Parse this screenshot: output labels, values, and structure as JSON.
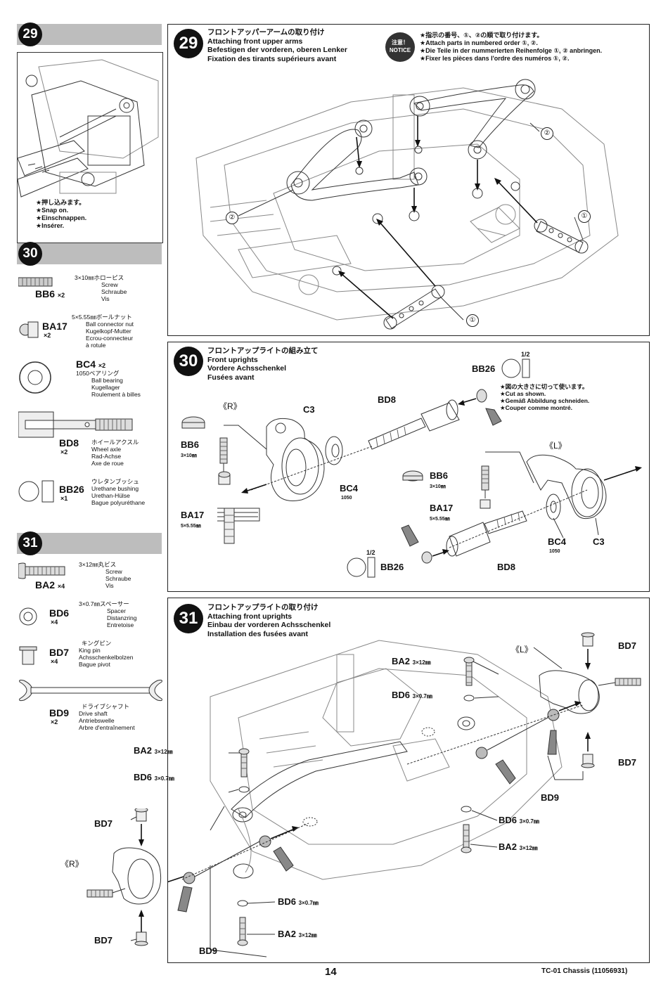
{
  "sidebar": {
    "s29": {
      "step": "29",
      "notes": [
        "★押し込みます。",
        "★Snap on.",
        "★Einschnappen.",
        "★Insérer."
      ]
    },
    "s30": {
      "step": "30",
      "parts": [
        {
          "code": "BB6",
          "qty": "×2",
          "desc": [
            "3×10㎜ホローピス",
            "Screw",
            "Schraube",
            "Vis"
          ]
        },
        {
          "code": "BA17",
          "qty": "×2",
          "desc": [
            "5×5.55㎜ボールナット",
            "Ball connector nut",
            "Kugelkopf-Mutter",
            "Ecrou-connecteur",
            "à rotule"
          ]
        },
        {
          "code": "BC4",
          "qty": "×2",
          "desc": [
            "1050ベアリング",
            "Ball bearing",
            "Kugellager",
            "Roulement à billes"
          ]
        },
        {
          "code": "BD8",
          "qty": "×2",
          "desc": [
            "ホイールアクスル",
            "Wheel axle",
            "Rad-Achse",
            "Axe de roue"
          ]
        },
        {
          "code": "BB26",
          "qty": "×1",
          "desc": [
            "ウレタンブッシュ",
            "Urethane bushing",
            "Urethan-Hülse",
            "Bague polyuréthane"
          ]
        }
      ]
    },
    "s31": {
      "step": "31",
      "parts": [
        {
          "code": "BA2",
          "qty": "×4",
          "desc": [
            "3×12㎜丸ビス",
            "Screw",
            "Schraube",
            "Vis"
          ]
        },
        {
          "code": "BD6",
          "qty": "×4",
          "desc": [
            "3×0.7㎜スペーサー",
            "Spacer",
            "Distanzring",
            "Entretoise"
          ]
        },
        {
          "code": "BD7",
          "qty": "×4",
          "desc": [
            "キングピン",
            "King pin",
            "Achsschenkelbolzen",
            "Bague pivot"
          ]
        },
        {
          "code": "BD9",
          "qty": "×2",
          "desc": [
            "ドライブシャフト",
            "Drive shaft",
            "Antriebswelle",
            "Arbre d'entraînement"
          ]
        }
      ]
    }
  },
  "step29": {
    "num": "29",
    "title": [
      "フロントアッパーアームの取り付け",
      "Attaching front upper arms",
      "Befestigen der vorderen, oberen Lenker",
      "Fixation des tirants supérieurs avant"
    ],
    "notice_badge": [
      "注意！",
      "NOTICE"
    ],
    "notice": [
      "★指示の番号、①、②の順で取り付けます。",
      "★Attach parts in numbered order ①, ②.",
      "★Die Teile in der nummerierten Reihenfolge ①, ② anbringen.",
      "★Fixer les pièces dans l'ordre des numéros ①, ②."
    ],
    "callouts": [
      "②",
      "②",
      "①",
      "①"
    ]
  },
  "step30": {
    "num": "30",
    "title": [
      "フロントアップライトの組み立て",
      "Front uprights",
      "Vordere Achsschenkel",
      "Fusées avant"
    ],
    "side_r": "《R》",
    "side_l": "《L》",
    "half": "1/2",
    "cut_note": [
      "★図の大きさに切って使います。",
      "★Cut as shown.",
      "★Gemäß Abbildung schneiden.",
      "★Couper comme montré."
    ],
    "labels": {
      "bb26": "BB26",
      "bd8": "BD8",
      "c3": "C3",
      "bb6": "BB6",
      "size_bb6": "3×10㎜",
      "ba17": "BA17",
      "size_ba17": "5×5.55㎜",
      "bc4": "BC4",
      "size_bc4": "1050"
    }
  },
  "step31": {
    "num": "31",
    "title": [
      "フロントアップライトの取り付け",
      "Attaching front uprights",
      "Einbau der vorderen Achsschenkel",
      "Installation des fusées avant"
    ],
    "side_r": "《R》",
    "side_l": "《L》",
    "labels": {
      "bd7": "BD7",
      "ba2": "BA2",
      "bd6": "BD6",
      "bd9": "BD9",
      "size_ba2": "3×12㎜",
      "size_bd6": "3×0.7㎜"
    }
  },
  "footer": {
    "page": "14",
    "model": "TC-01 Chassis (11056931)"
  }
}
